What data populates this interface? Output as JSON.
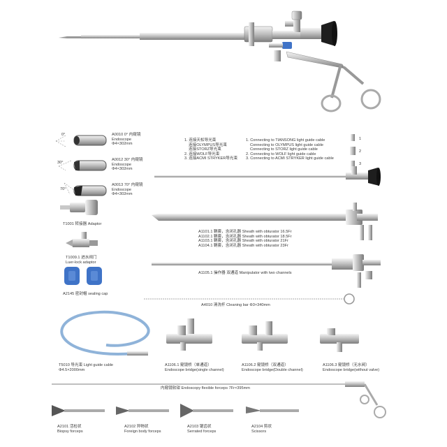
{
  "scope_angles": {
    "a0": {
      "angle_mark": "0°",
      "code_line": "A0010 0° 内窥镜",
      "name": "Endoscope",
      "size": "Φ4×302mm"
    },
    "a30": {
      "angle_mark": "30°",
      "code_line": "A0012 30° 内窥镜",
      "name": "Endoscope",
      "size": "Φ4×302mm"
    },
    "a70": {
      "angle_mark": "70°",
      "code_line": "A0013 70° 内窥镜",
      "name": "Endoscope",
      "size": "Φ4×302mm"
    }
  },
  "adaptors": {
    "t1001": "T1001 转接器 Adaptor",
    "t1009_line1": "T1009.1 进水阀门",
    "t1009_line2": "Luer-lock adaptor",
    "a2145": "A2145 密封帽 sealing cap"
  },
  "light_guide": {
    "cn": [
      "1. 连接天松导光束",
      "连接OLYMPUS导光束",
      "连接STORZ导光束",
      "2. 连接WOLF导光束",
      "3. 连接ACMI STRYKER导光束"
    ],
    "en": [
      "1. Connecting to TIANSONG light guide cable",
      "Connecting to OLYMPUS light guide cable",
      "Connecting to STORZ light guide cable",
      "2. Connecting to WOLF light guide cable",
      "3. Connecting to ACMI STRYKER light guide cable"
    ],
    "numbers": [
      "1",
      "2",
      "3"
    ]
  },
  "sheaths": [
    "A1101.1 鞘套，含闭孔器 Sheath with obturator 16.5Fr",
    "A1102.1 鞘套，含闭孔器 Sheath with obturator 18.5Fr",
    "A1103.1 鞘套，含闭孔器 Sheath with obturator 21Fr",
    "A1104.1 鞘套，含闭孔器 Sheath with obturator 23Fr"
  ],
  "manipulator": "A1105.1 操作器 双通道 Manipulator with two channels",
  "cleaning_bar": "A4010 清洗杆 Cleaning bar Φ3×340mm",
  "cable": {
    "line1": "T5010 导光束 Light guide cable",
    "line2": "Φ4.5×2000mm"
  },
  "bridges": [
    {
      "line1": "A1106.1 窥镜桥（单通道）",
      "line2": "Endoscope bridge(single channel)"
    },
    {
      "line1": "A1106.2 窥镜桥（双通道）",
      "line2": "Endoscope bridge(Double channel)"
    },
    {
      "line1": "A1106.3 窥镜桥（无水阀）",
      "line2": "Endoscope bridge(without valve)"
    }
  ],
  "forceps_flexible": "内窥镜软钳 Endoscopy flexible forceps 7Fr×395mm",
  "forceps_tips": [
    {
      "code": "A2101 活检状",
      "name": "Biopsy forceps"
    },
    {
      "code": "A2102 异物状",
      "name": "Foreign body forceps"
    },
    {
      "code": "A2103 锯齿状",
      "name": "Serrated forceps"
    },
    {
      "code": "A2104 剪状",
      "name": "Scissors"
    }
  ],
  "colors": {
    "steel_light": "#e6e6e6",
    "steel_dark": "#8a8a8a",
    "eyepiece": "#1e1e1e",
    "cap_blue": "#3f73c7",
    "cable_blue": "#8fb3d9"
  }
}
